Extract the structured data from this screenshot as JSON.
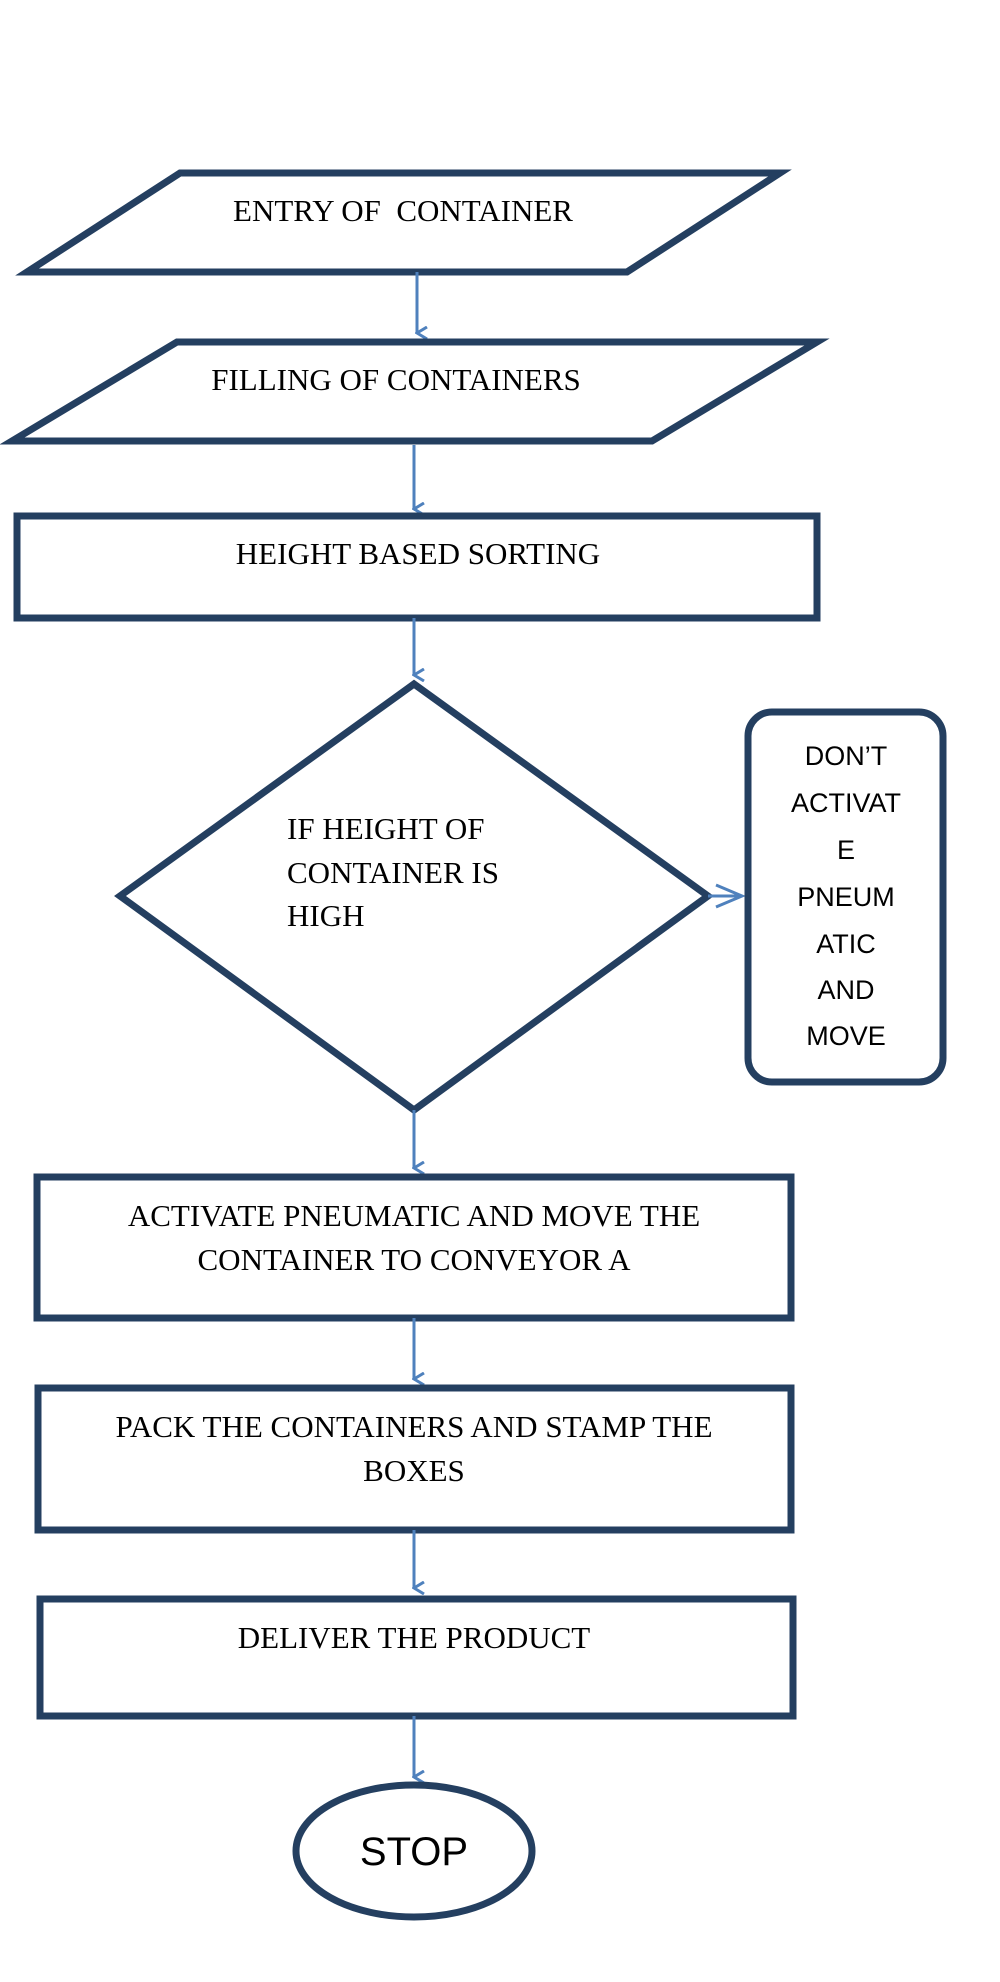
{
  "diagram": {
    "type": "flowchart",
    "colors": {
      "shape_stroke": "#243f60",
      "arrow": "#4f81bd",
      "background": "#ffffff"
    },
    "nodes": {
      "entry": "ENTRY OF  CONTAINER",
      "filling": "FILLING OF CONTAINERS",
      "sorting": "HEIGHT BASED SORTING",
      "decision": [
        "IF HEIGHT OF",
        "CONTAINER IS",
        "HIGH"
      ],
      "side": [
        "DON’T",
        "ACTIVAT",
        "E",
        "PNEUM",
        "ATIC",
        "AND",
        "MOVE"
      ],
      "activate": [
        "ACTIVATE PNEUMATIC AND MOVE THE",
        "CONTAINER TO CONVEYOR A"
      ],
      "pack": [
        "PACK THE CONTAINERS AND STAMP THE",
        "BOXES"
      ],
      "deliver": "DELIVER THE PRODUCT",
      "stop": "STOP"
    }
  }
}
